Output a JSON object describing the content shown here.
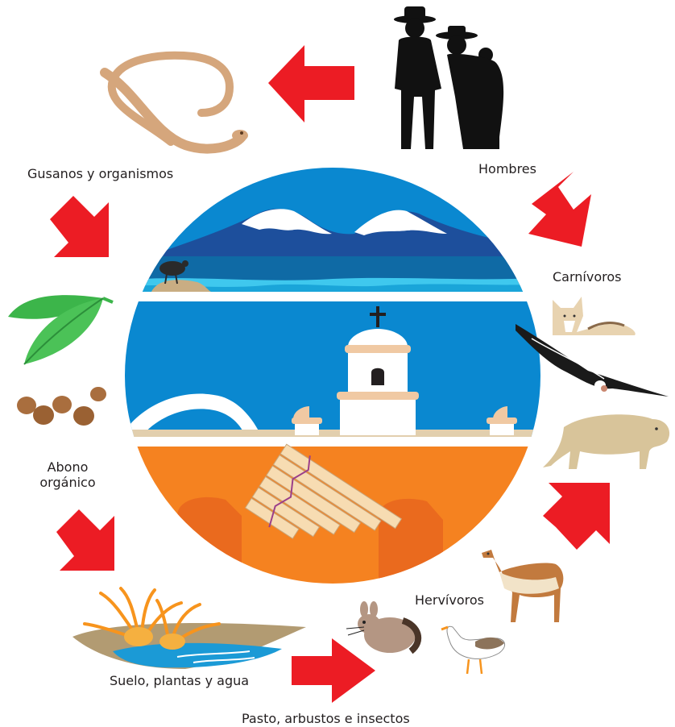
{
  "labels": {
    "hombres": "Hombres",
    "carnivoros": "Carnívoros",
    "hervivoros": "Hervívoros",
    "pasto": "Pasto, arbustos e insectos",
    "suelo": "Suelo, plantas y agua",
    "abono_1": "Abono",
    "abono_2": "orgánico",
    "gusanos": "Gusanos y organismos"
  },
  "colors": {
    "arrow": "#ec1c24",
    "sky": "#0a88d0",
    "orange": "#f58220",
    "worm": "#d5a67c",
    "leaf": "#3cb54a",
    "silhouette": "#111111",
    "puma": "#d8c49a"
  },
  "icons": [
    "worm-icon",
    "people-icon",
    "fox-icon",
    "condor-icon",
    "puma-icon",
    "vicuna-icon",
    "chinchilla-icon",
    "goose-icon",
    "plant-icon",
    "leaf-icon",
    "manure-icon",
    "church-icon",
    "panpipe-icon",
    "bird-icon"
  ]
}
